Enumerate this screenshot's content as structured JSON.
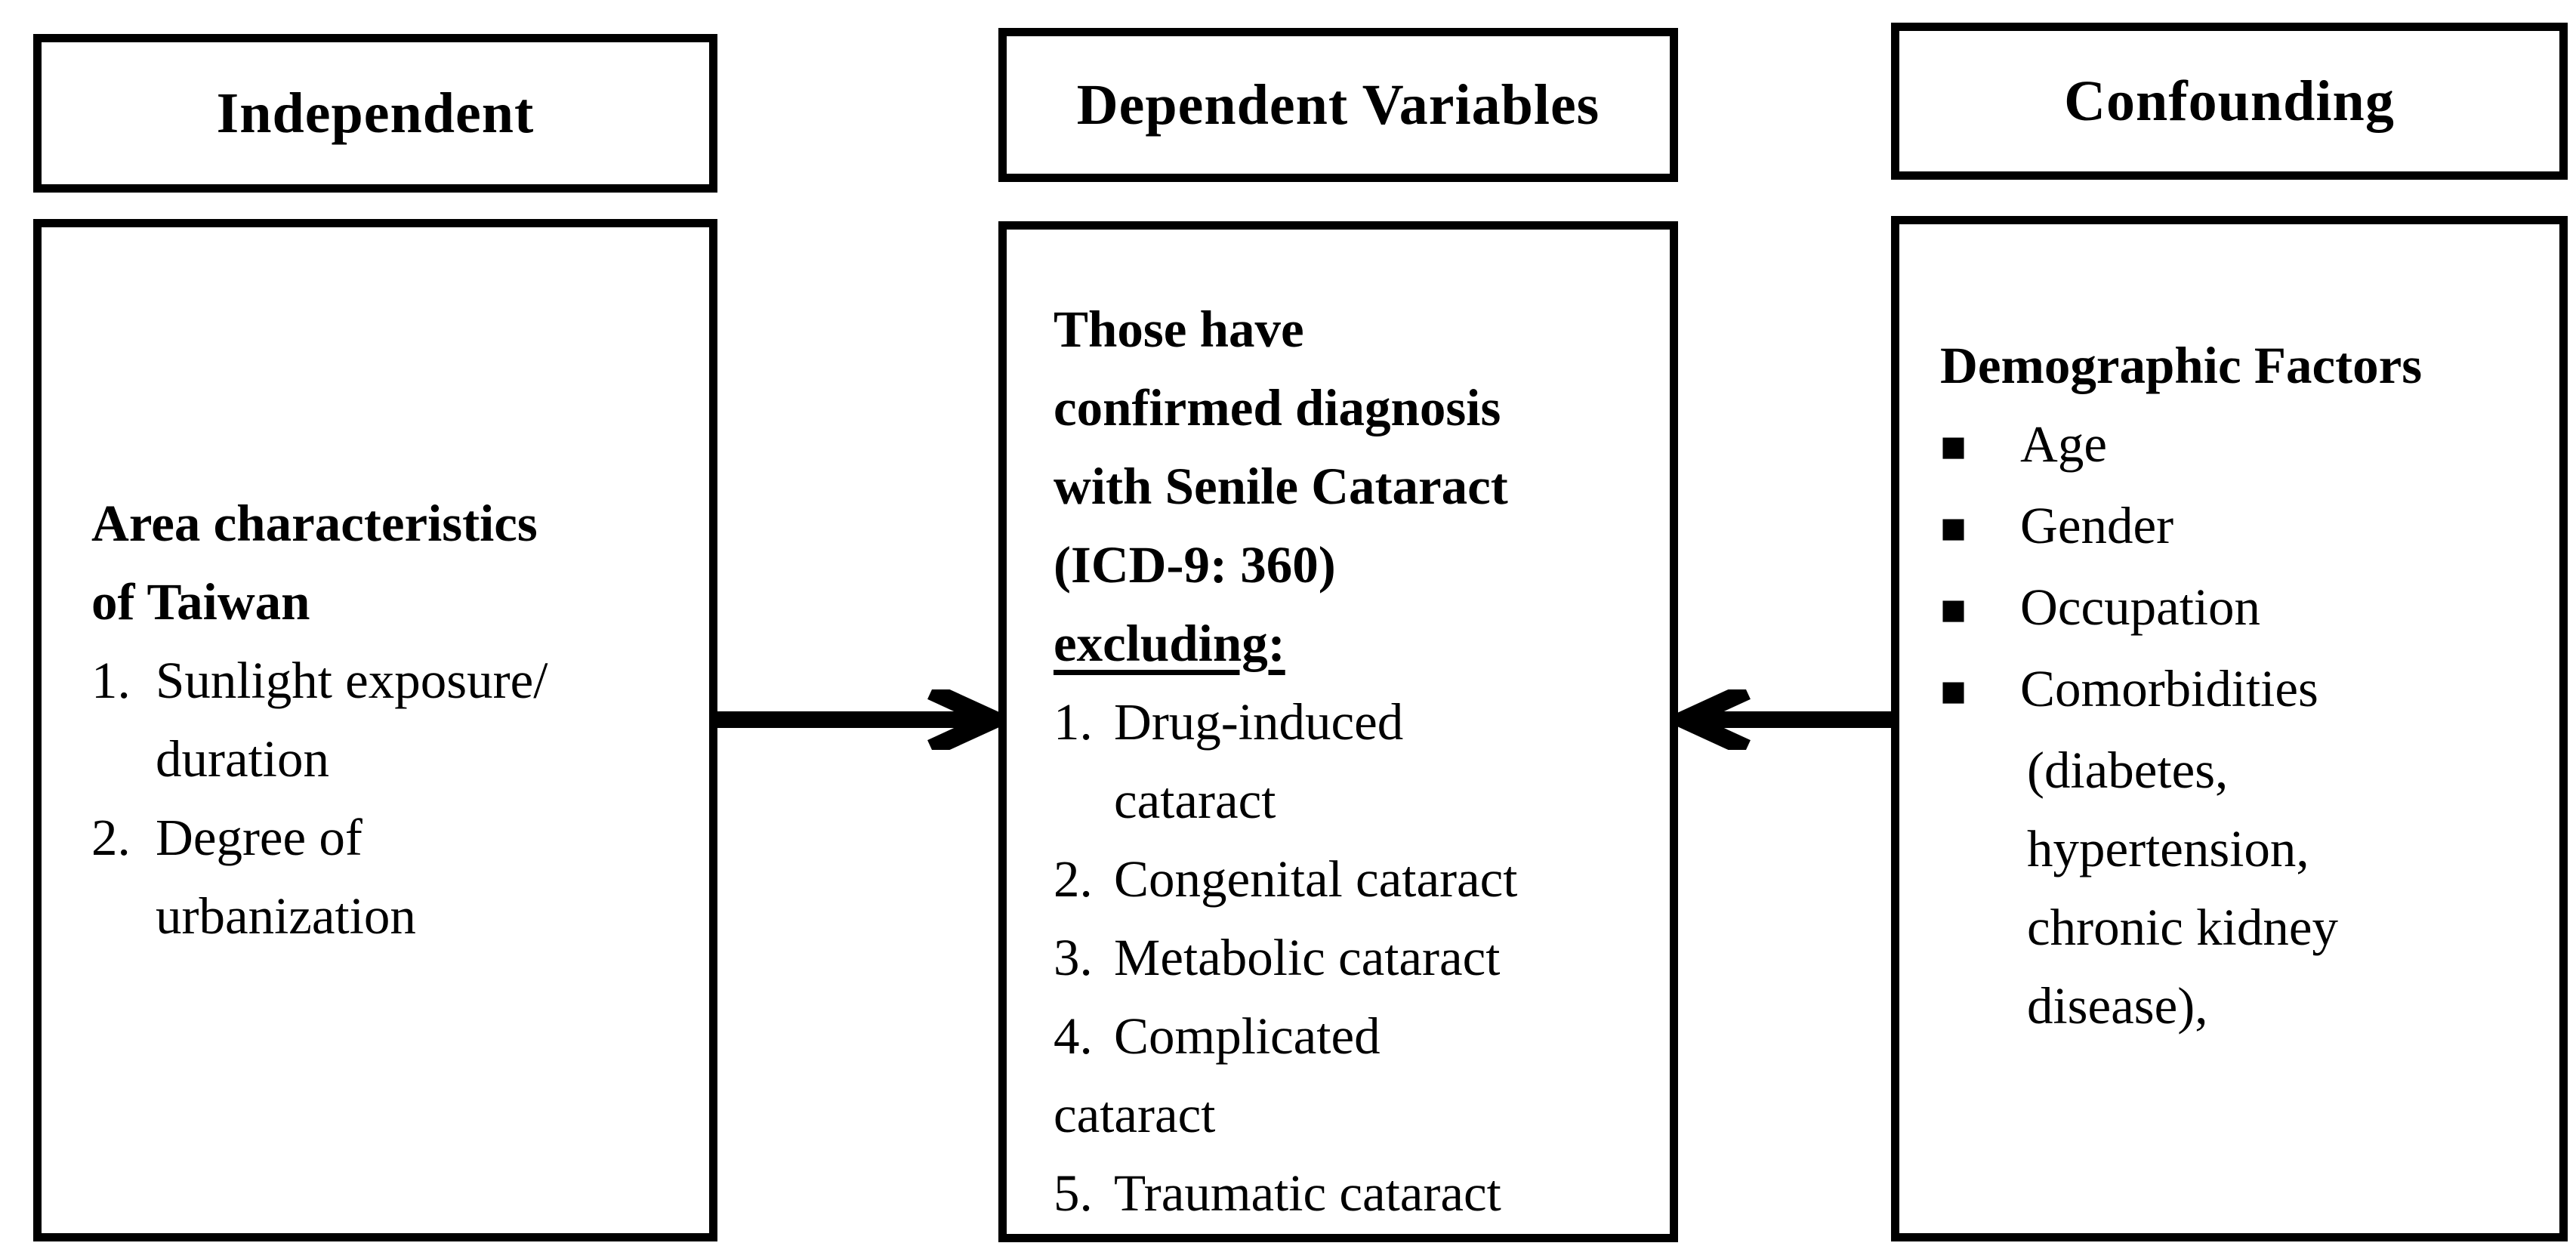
{
  "colors": {
    "ink": "#000000",
    "paper": "#ffffff"
  },
  "columns": {
    "left": {
      "header": "Independent",
      "lines": [
        {
          "t": "Area characteristics"
        },
        {
          "t": "of Taiwan"
        },
        {
          "n": "1.",
          "t": "Sunlight exposure/"
        },
        {
          "t": "duration"
        },
        {
          "n": "2.",
          "t": "Degree of"
        },
        {
          "t": "urbanization"
        }
      ]
    },
    "middle": {
      "header": "Dependent Variables",
      "lines": [
        {
          "t": "Those have"
        },
        {
          "t": "confirmed diagnosis"
        },
        {
          "t": "with Senile Cataract"
        },
        {
          "t": "(ICD-9: 360)"
        },
        {
          "t": "excluding:"
        },
        {
          "n": "1.",
          "t": "Drug-induced"
        },
        {
          "t": "cataract"
        },
        {
          "n": "2.",
          "t": "Congenital cataract"
        },
        {
          "n": "3.",
          "t": "Metabolic cataract"
        },
        {
          "n": "4.",
          "t": "Complicated"
        },
        {
          "t": "cataract"
        },
        {
          "n": "5.",
          "t": "Traumatic cataract"
        }
      ]
    },
    "right": {
      "header": "Confounding",
      "lines": [
        {
          "t": "Demographic Factors"
        },
        {
          "b": "■",
          "t": "Age"
        },
        {
          "b": "■",
          "t": "Gender"
        },
        {
          "b": "■",
          "t": "Occupation"
        },
        {
          "b": "■",
          "t": "Comorbidities"
        },
        {
          "t": "(diabetes,"
        },
        {
          "t": "hypertension,"
        },
        {
          "t": "chronic kidney"
        },
        {
          "t": "disease),"
        }
      ]
    }
  }
}
